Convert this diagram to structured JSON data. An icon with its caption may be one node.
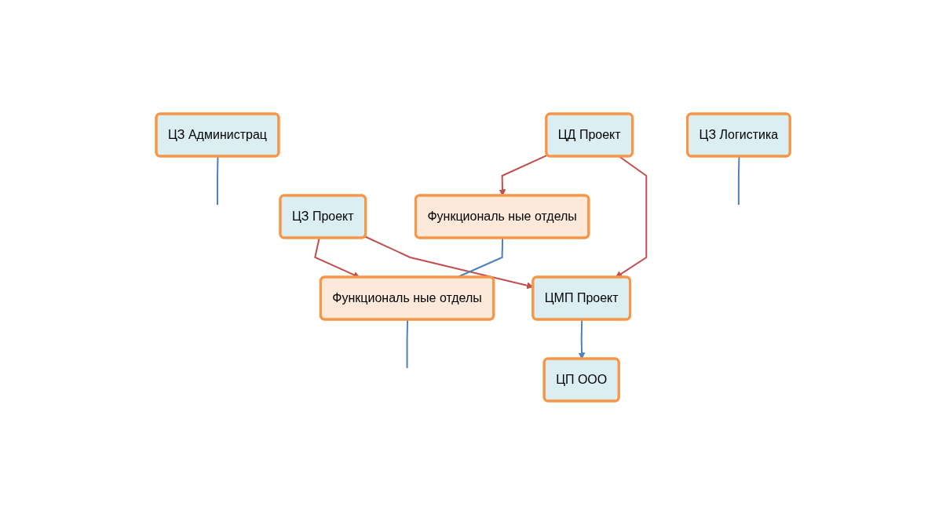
{
  "diagram": {
    "nodes": [
      {
        "text": [
          "Функциональ ные отделы"
        ]
      },
      {
        "text": [
          "Функциональ ные отделы"
        ]
      },
      {
        "text": [
          "ЦЗ Администрац"
        ]
      },
      {
        "text": [
          "ЦД Проект"
        ]
      },
      {
        "text": [
          "ЦЗ Проект"
        ]
      },
      {
        "text": [
          "ЦЗ Логистика"
        ]
      },
      {
        "text": [
          "ЦМП Проект"
        ]
      },
      {
        "text": [
          "ЦП ООО"
        ]
      }
    ],
    "edges": [
      {
        "from": 3,
        "to": 0,
        "arrow": "to",
        "color": "#c0504d"
      },
      {
        "from": 4,
        "to": 1,
        "arrow": "to",
        "color": "#c0504d"
      },
      {
        "from": 3,
        "to": 6,
        "arrow": "to",
        "color": "#c0504d"
      },
      {
        "from": 4,
        "to": 6,
        "arrow": "to",
        "color": "#c0504d"
      },
      {
        "from": 6,
        "to": 7,
        "arrow": "to",
        "color": "#4f81bd"
      },
      {
        "from": 0,
        "to": 1,
        "arrow": "none",
        "color": "#4f81bd"
      },
      {
        "from": 1,
        "to": null,
        "arrow": "none",
        "color": "#4f81bd"
      },
      {
        "from": 2,
        "to": null,
        "arrow": "none",
        "color": "#4f81bd"
      },
      {
        "from": 5,
        "to": null,
        "arrow": "none",
        "color": "#4f81bd"
      }
    ]
  }
}
